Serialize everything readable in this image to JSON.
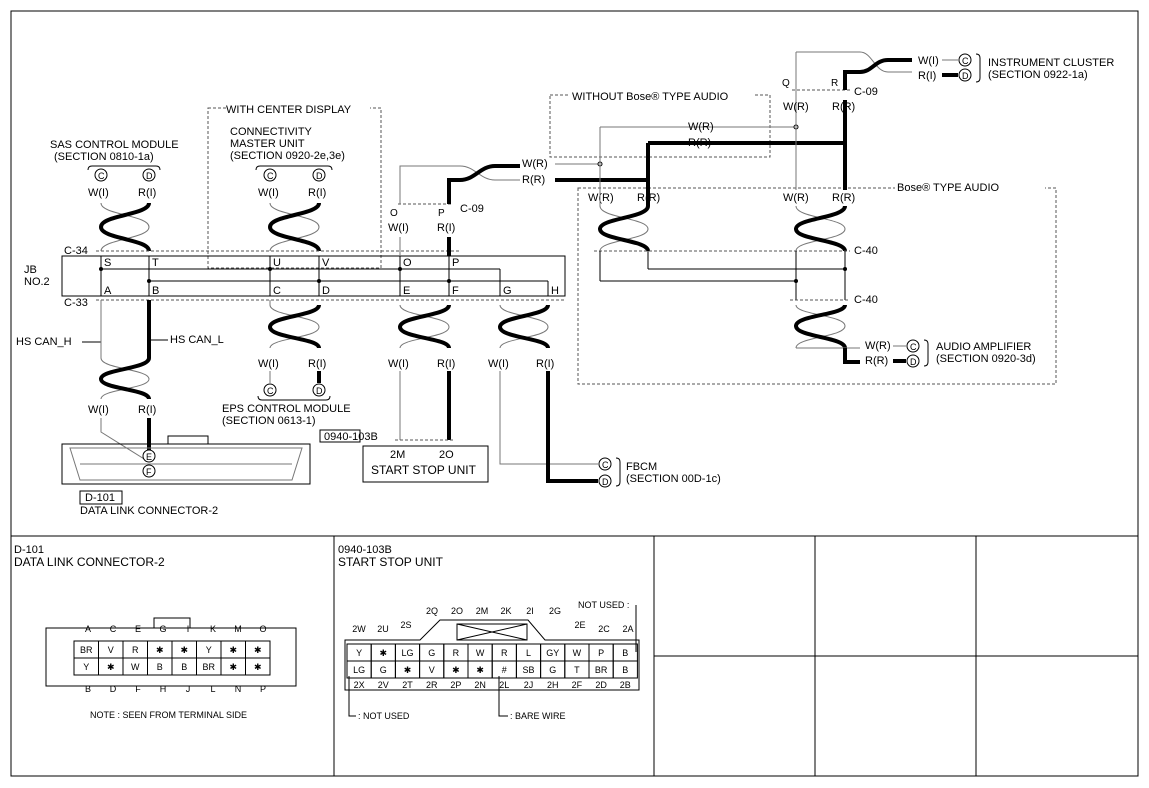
{
  "labels": {
    "with_center_display": "WITH CENTER DISPLAY",
    "without_bose": "WITHOUT Bose® TYPE AUDIO",
    "bose_type": "Bose® TYPE AUDIO",
    "sas_title": "SAS CONTROL MODULE",
    "sas_section": "(SECTION 0810-1a)",
    "cmu_title1": "CONNECTIVITY",
    "cmu_title2": "MASTER UNIT",
    "cmu_section": "(SECTION 0920-2e,3e)",
    "ic_title": "INSTRUMENT CLUSTER",
    "ic_section": "(SECTION 0922-1a)",
    "jb1": "JB",
    "jb2": "NO.2",
    "c34": "C-34",
    "c33": "C-33",
    "c09": "C-09",
    "c40": "C-40",
    "hs_can_h": "HS CAN_H",
    "hs_can_l": "HS CAN_L",
    "eps_title": "EPS CONTROL MODULE",
    "eps_section": "(SECTION 0613-1)",
    "ssu_code": "0940-103B",
    "ssu_title": "START STOP UNIT",
    "fbcm_title": "FBCM",
    "fbcm_section": "(SECTION 00D-1c)",
    "amp_title": "AUDIO AMPLIFIER",
    "amp_section": "(SECTION 0920-3d)",
    "dlc_code": "D-101",
    "dlc_title": "DATA LINK CONNECTOR-2",
    "wi": "W(I)",
    "ri": "R(I)",
    "wr": "W(R)",
    "rr": "R(R)",
    "c": "C",
    "d": "D",
    "e": "E",
    "f": "F",
    "o": "O",
    "p": "P",
    "q": "Q",
    "r": "R",
    "p2m": "2M",
    "p2o": "2O",
    "note": "NOTE : SEEN FROM TERMINAL SIDE",
    "not_used_colon": "NOT USED :",
    "not_used": ": NOT USED",
    "bare_wire": ": BARE WIRE"
  },
  "jb_pins_top": [
    "S",
    "T",
    "U",
    "V",
    "O",
    "P"
  ],
  "jb_pins_bottom": [
    "A",
    "B",
    "C",
    "D",
    "E",
    "F",
    "G",
    "H"
  ],
  "dlc_face": {
    "top_letters": [
      "A",
      "C",
      "E",
      "G",
      "I",
      "K",
      "M",
      "O"
    ],
    "bottom_letters": [
      "B",
      "D",
      "F",
      "H",
      "J",
      "L",
      "N",
      "P"
    ],
    "row1": [
      "BR",
      "V",
      "R",
      "✱",
      "✱",
      "Y",
      "✱",
      "✱"
    ],
    "row2": [
      "Y",
      "✱",
      "W",
      "B",
      "B",
      "BR",
      "✱",
      "✱"
    ]
  },
  "ssu_face": {
    "top_far": [
      "2Q",
      "2O",
      "2M",
      "2K",
      "2I",
      "2G"
    ],
    "top_near": [
      "2W",
      "2U",
      "2S",
      "2E",
      "2C",
      "2A"
    ],
    "row1": [
      "Y",
      "✱",
      "LG",
      "G",
      "R",
      "W",
      "R",
      "L",
      "GY",
      "W",
      "P",
      "B"
    ],
    "row2": [
      "LG",
      "G",
      "✱",
      "V",
      "✱",
      "✱",
      "#",
      "SB",
      "G",
      "T",
      "BR",
      "B"
    ],
    "bottom": [
      "2X",
      "2V",
      "2T",
      "2R",
      "2P",
      "2N",
      "2L",
      "2J",
      "2H",
      "2F",
      "2D",
      "2B"
    ]
  }
}
